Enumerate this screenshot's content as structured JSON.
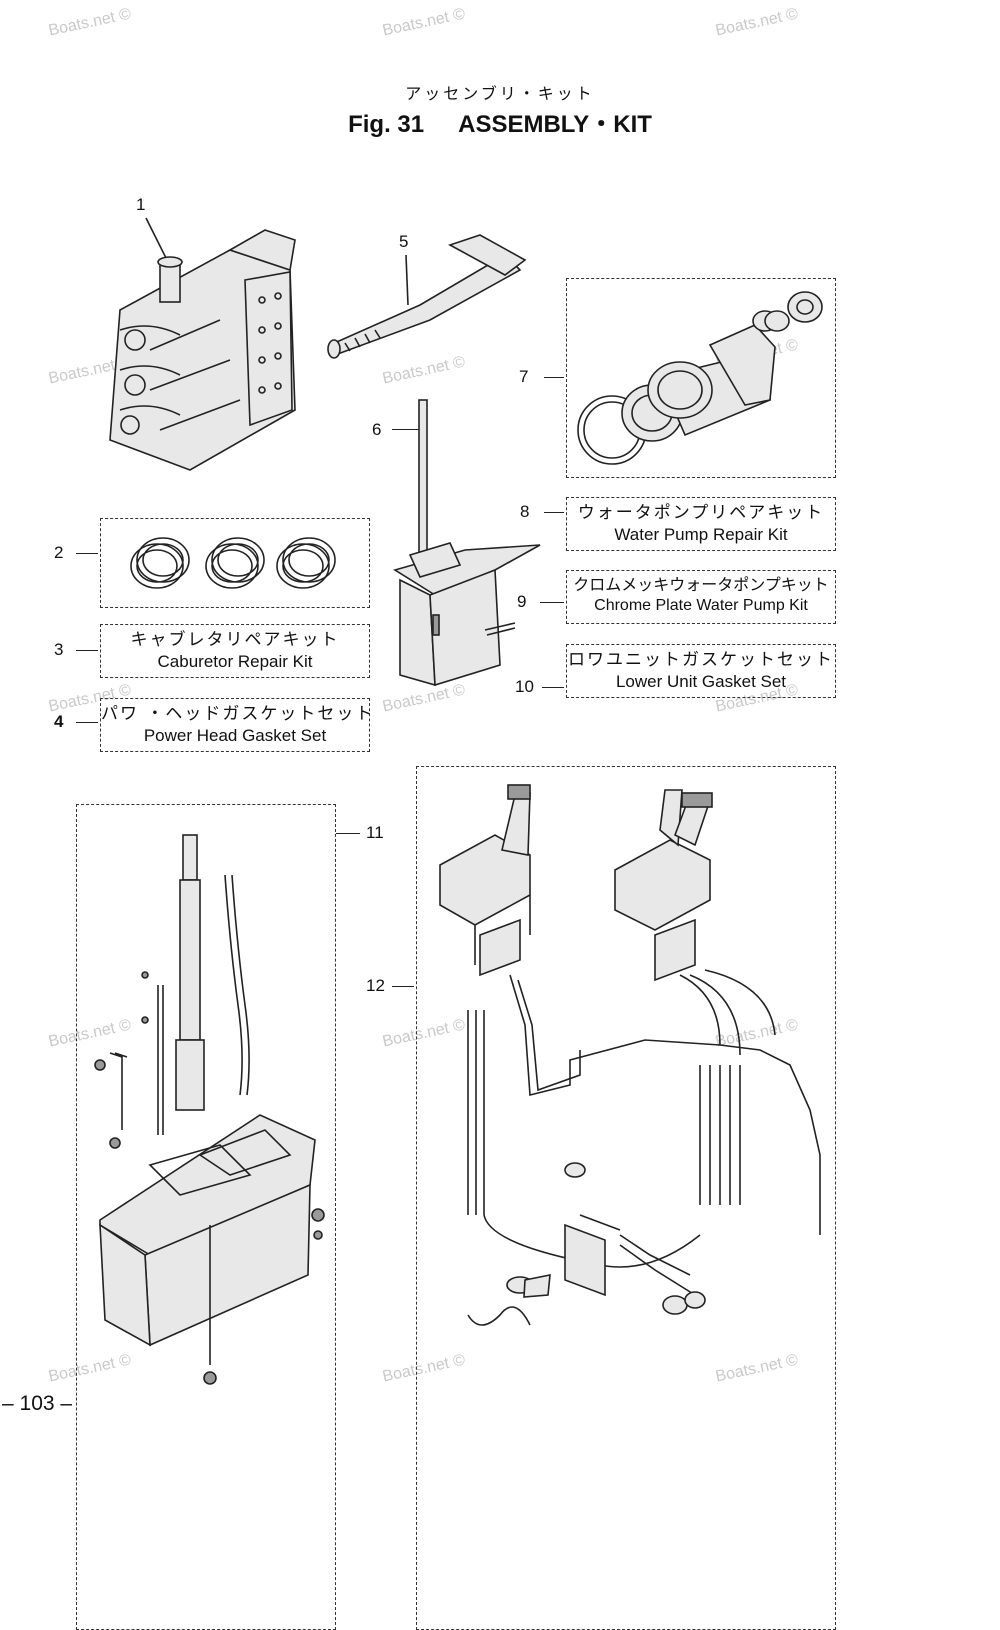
{
  "header": {
    "title_jp": "アッセンブリ・キット",
    "fig_label": "Fig. 31",
    "fig_title": "ASSEMBLY・KIT"
  },
  "callouts": [
    "1",
    "2",
    "3",
    "4",
    "5",
    "6",
    "7",
    "8",
    "9",
    "10",
    "11",
    "12"
  ],
  "kits": {
    "water_pump": {
      "jp": "ウォータポンプリペアキット",
      "en": "Water Pump Repair Kit"
    },
    "chrome_plate": {
      "jp": "クロムメッキウォータポンプキット",
      "en": "Chrome Plate Water Pump Kit"
    },
    "lower_unit": {
      "jp": "ロワユニットガスケットセット",
      "en": "Lower Unit Gasket Set"
    },
    "carburetor": {
      "jp": "キャブレタリペアキット",
      "en": "Caburetor Repair Kit"
    },
    "power_head": {
      "jp": "パワ ・ヘッドガスケットセット",
      "en": "Power Head Gasket Set"
    }
  },
  "watermark": "Boats.net ©",
  "page_number": "– 103 –"
}
